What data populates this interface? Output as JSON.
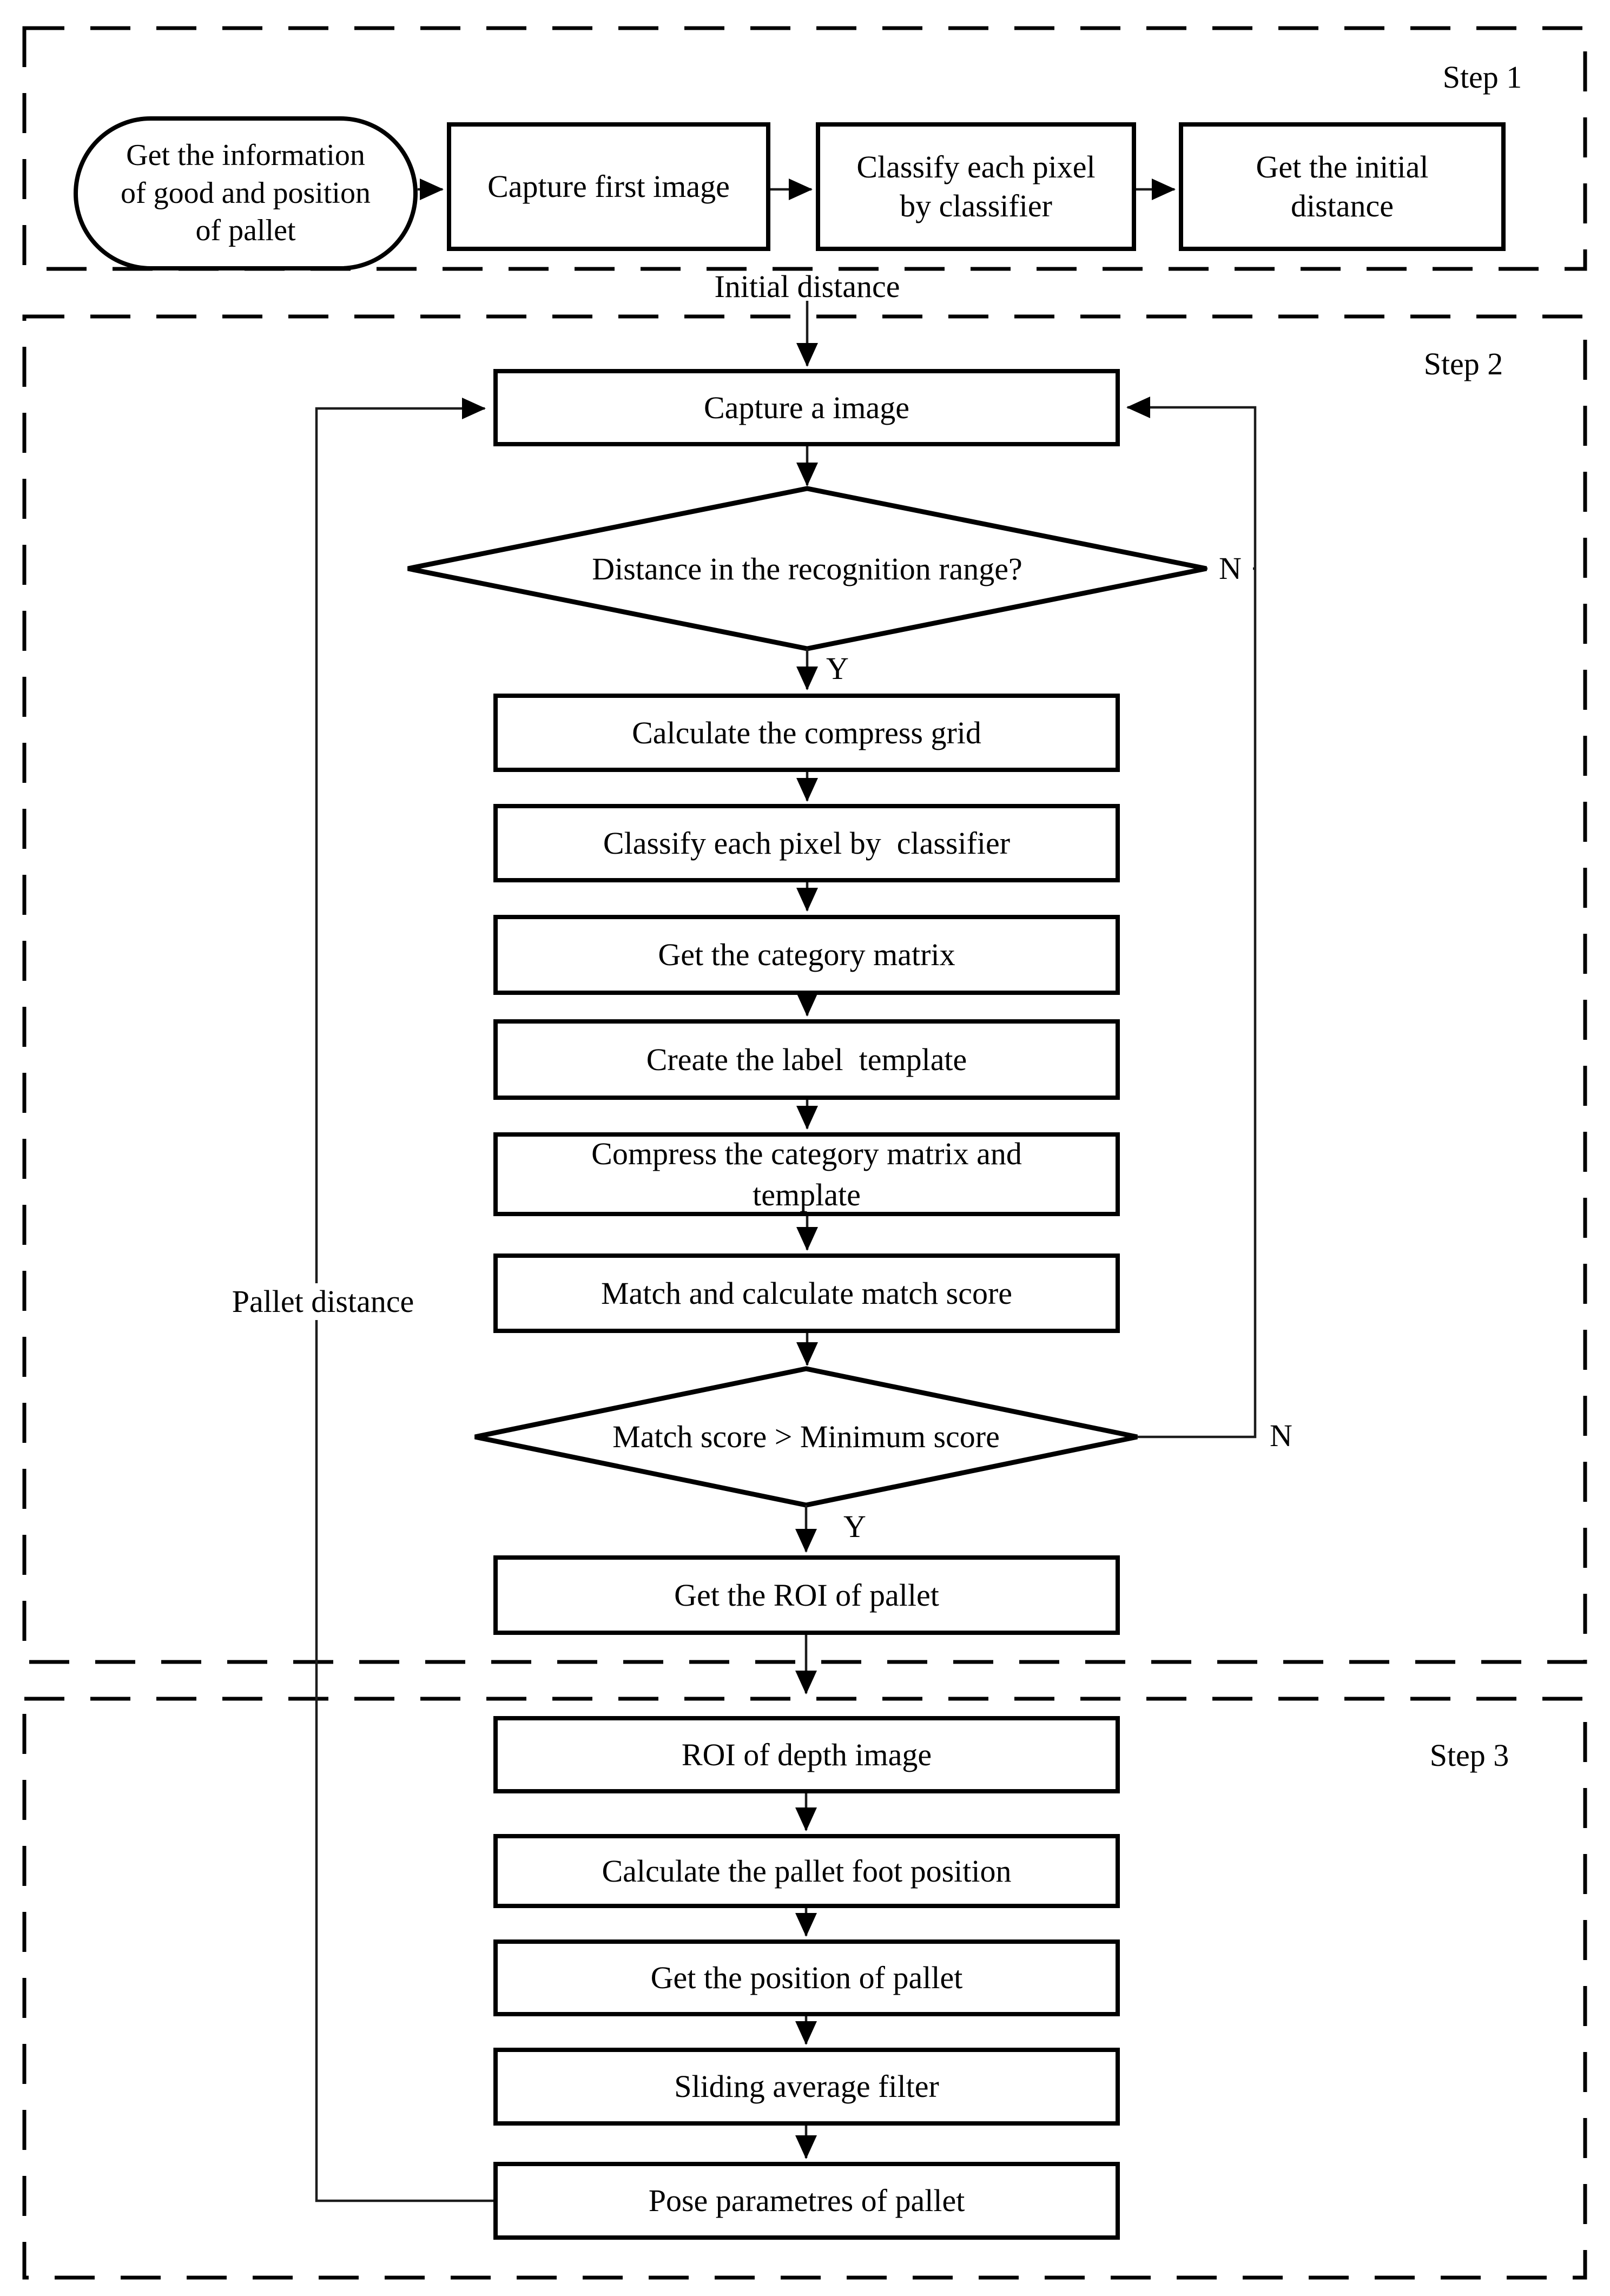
{
  "labels": {
    "step1": "Step 1",
    "step2": "Step 2",
    "step3": "Step 3",
    "initial_distance": "Initial distance",
    "pallet_distance": "Pallet distance",
    "yes1": "Y",
    "no1": "N",
    "yes2": "Y",
    "no2": "N"
  },
  "nodes": {
    "start": "Get the information\nof good and position\nof pallet",
    "capture_first_image": "Capture first image",
    "classify_each_pixel_1": "Classify each pixel\nby classifier",
    "get_initial_distance": "Get the initial\ndistance",
    "capture_a_image": "Capture a image",
    "distance_in_range": "Distance in the recognition range?",
    "calculate_compress_grid": "Calculate the compress grid",
    "classify_each_pixel_2": "Classify each pixel by  classifier",
    "get_category_matrix": "Get the category matrix",
    "create_label_template": "Create the label  template",
    "compress_category_matrix": "Compress the category matrix and\ntemplate",
    "match_and_calculate": "Match and calculate match score",
    "match_score_decision": "Match score > Minimum score",
    "get_roi_of_pallet": "Get the ROI of pallet",
    "roi_of_depth_image": "ROI of depth image",
    "calculate_pallet_foot": "Calculate the pallet foot position",
    "get_position_of_pallet": "Get the position of pallet",
    "sliding_average_filter": "Sliding average filter",
    "pose_parametres_of_pallet": "Pose parametres of pallet"
  },
  "colors": {
    "line": "#1c1c1c",
    "border": "#000000",
    "background": "#ffffff"
  }
}
